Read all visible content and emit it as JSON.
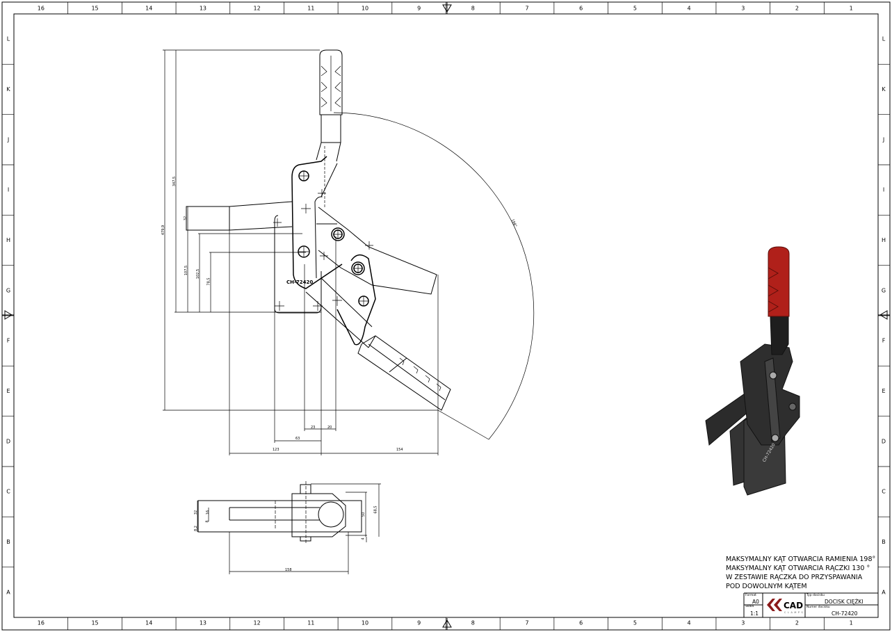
{
  "sheet": {
    "columns": [
      "16",
      "15",
      "14",
      "13",
      "12",
      "11",
      "10",
      "9",
      "8",
      "7",
      "6",
      "5",
      "4",
      "3",
      "2",
      "1"
    ],
    "rows": [
      "L",
      "K",
      "J",
      "I",
      "H",
      "G",
      "F",
      "E",
      "D",
      "C",
      "B",
      "A"
    ]
  },
  "front_view": {
    "part_label": "CH-72420",
    "arc_angle_label": "198°",
    "dimensions": {
      "total_height": "479,9",
      "handle_height": "347,5",
      "arm_thickness": "32",
      "arm_top": "107,5",
      "pivot_height": "102,5",
      "base_height": "78,5",
      "d23": "23",
      "d20": "20",
      "d63": "63",
      "left_reach": "123",
      "right_reach": "154"
    }
  },
  "bottom_view": {
    "dimensions": {
      "width32": "32",
      "slot16": "16",
      "d8": "8",
      "d8_2": "8,2",
      "d50": "50",
      "d68_5": "68,5",
      "d4": "4",
      "length158": "158"
    }
  },
  "notes": [
    "MAKSYMALNY KĄT OTWARCIA RAMIENIA 198°",
    "MAKSYMALNY KĄT OTWARCIA RĄCZKI 130 °",
    "W ZESTAWIE RĄCZKA DO PRZYSPAWANIA",
    "POD DOWOLNYM KĄTEM"
  ],
  "title_block": {
    "format_label": "Format",
    "format_value": "A0",
    "scale_label": "Skala",
    "scale_value": "1:1",
    "logo_text": "CAD",
    "logo_sub": "CLAMPS",
    "type_label": "Typ docisku",
    "type_value": "DOCISK CIĘŻKI",
    "number_label": "Numer docisku",
    "number_value": "CH-72420"
  },
  "colors": {
    "handle_red": "#b0201a",
    "body_dark": "#2b2b2b",
    "logo_red": "#8b1a1a"
  }
}
